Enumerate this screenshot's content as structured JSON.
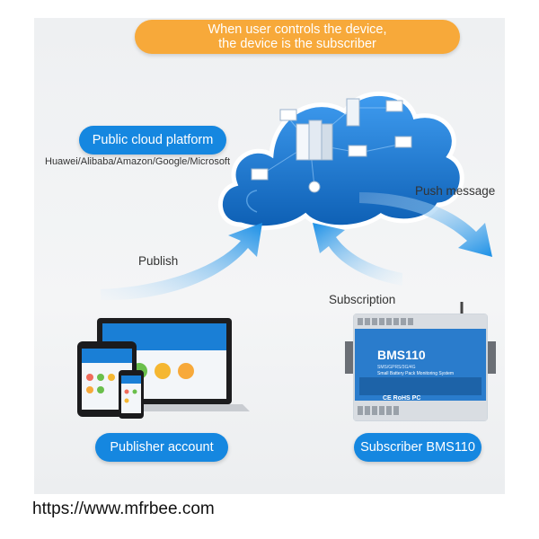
{
  "banner": {
    "line1": "When user controls the device,",
    "line2": "the device is the subscriber"
  },
  "cloud": {
    "label": "Public cloud platform",
    "providers": "Huawei/Alibaba/Amazon/Google/Microsoft"
  },
  "flows": {
    "publish": "Publish",
    "push_message": "Push message",
    "subscription": "Subscription"
  },
  "publisher": {
    "label": "Publisher account"
  },
  "subscriber": {
    "label": "Subscriber BMS110",
    "device_model": "BMS110",
    "device_subtitle": "SMS/GPRS/3G/4G",
    "device_title": "Small Battery Pack Monitoring System",
    "device_marks": "CE RoHS PC"
  },
  "watermark": "https://www.mfrbee.com",
  "colors": {
    "banner": "#f7a93a",
    "pill": "#1587e0",
    "arrow": "#1a8fe6",
    "cloud": "#1f74c9"
  }
}
